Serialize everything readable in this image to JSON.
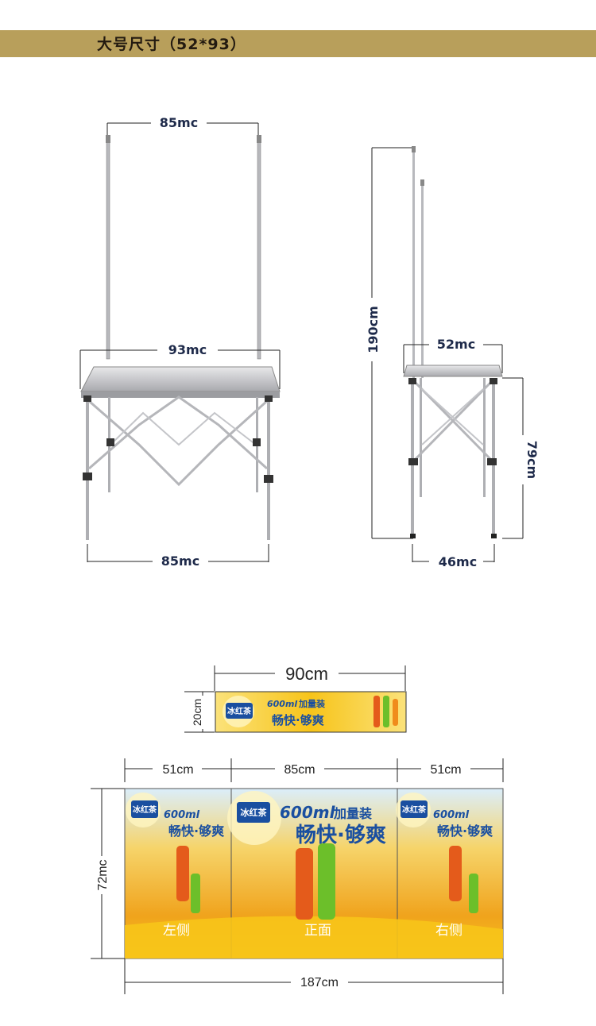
{
  "header": {
    "title": "大号尺寸（52*93）"
  },
  "table_front": {
    "top_width": "85mc",
    "table_width": "93mc",
    "bottom_width": "85mc"
  },
  "table_side": {
    "total_height": "190cm",
    "top_width": "52mc",
    "table_height": "79cm",
    "bottom_width": "46mc"
  },
  "banner_strip": {
    "width": "90cm",
    "height": "20cm",
    "brand": "冰红茶",
    "promo_volume": "600ml",
    "promo_line1": "加量装",
    "promo_line2": "畅快·够爽"
  },
  "panel": {
    "left_width": "51cm",
    "center_width": "85cm",
    "right_width": "51cm",
    "height": "72mc",
    "total_width": "187cm",
    "left_label": "左侧",
    "center_label": "正面",
    "right_label": "右侧",
    "brand": "冰红茶",
    "promo_volume": "600ml",
    "promo_line1": "加量装",
    "promo_line2": "畅快·够爽"
  },
  "colors": {
    "header_bg": "#b89f5b",
    "banner_yellow": "#f7c41a",
    "banner_blue": "#1a4fa0"
  }
}
